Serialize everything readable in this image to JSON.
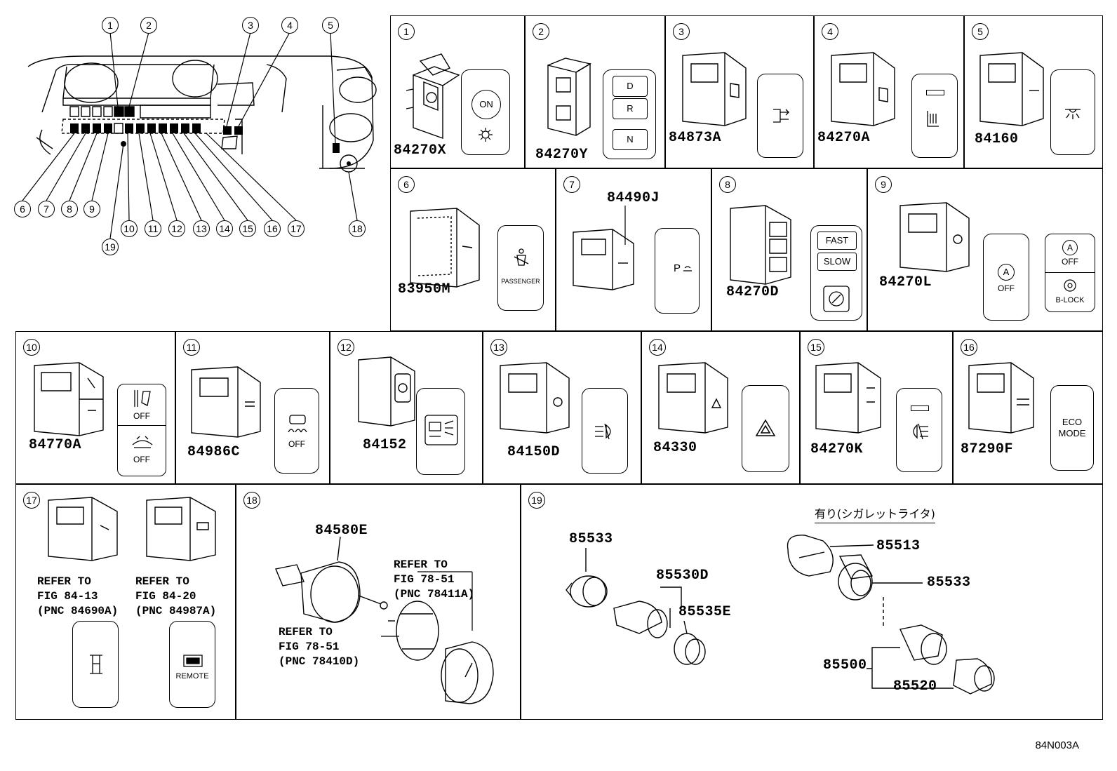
{
  "overview": {
    "callouts": [
      "1",
      "2",
      "3",
      "4",
      "5",
      "6",
      "7",
      "8",
      "9",
      "10",
      "11",
      "12",
      "13",
      "14",
      "15",
      "16",
      "17",
      "18",
      "19"
    ]
  },
  "panels": [
    {
      "num": "1",
      "parts": [
        "84270X"
      ],
      "button": {
        "labels": [
          "ON"
        ],
        "icon": "light-icon"
      }
    },
    {
      "num": "2",
      "parts": [
        "84270Y"
      ],
      "button": {
        "labels": [
          "D",
          "R",
          "N"
        ],
        "icon": "gear-selector-icon"
      }
    },
    {
      "num": "3",
      "parts": [
        "84873A"
      ],
      "button": {
        "labels": [],
        "icon": "seat-icon"
      }
    },
    {
      "num": "4",
      "parts": [
        "84270A"
      ],
      "button": {
        "labels": [],
        "icon": "seat-heater-icon"
      }
    },
    {
      "num": "5",
      "parts": [
        "84160"
      ],
      "button": {
        "labels": [],
        "icon": "room-lamp-icon"
      }
    },
    {
      "num": "6",
      "parts": [
        "83950M"
      ],
      "button": {
        "labels": [
          "PASSENGER"
        ],
        "icon": "airbag-icon"
      }
    },
    {
      "num": "7",
      "parts": [
        "84490J"
      ],
      "button": {
        "labels": [
          "P"
        ],
        "icon": "parking-sensor-icon"
      }
    },
    {
      "num": "8",
      "parts": [
        "84270D"
      ],
      "button": {
        "labels": [
          "FAST",
          "SLOW"
        ],
        "icon": "idle-control-icon"
      }
    },
    {
      "num": "9",
      "parts": [
        "84270L"
      ],
      "button": {
        "labels": [
          "A",
          "OFF",
          "A",
          "OFF",
          "B-LOCK"
        ],
        "icon": "auto-lsd-icon"
      }
    },
    {
      "num": "10",
      "parts": [
        "84770A"
      ],
      "button": {
        "labels": [
          "OFF",
          "OFF"
        ],
        "icon": "pedestrian-icon"
      }
    },
    {
      "num": "11",
      "parts": [
        "84986C"
      ],
      "button": {
        "labels": [
          "OFF"
        ],
        "icon": "traction-icon"
      }
    },
    {
      "num": "12",
      "parts": [
        "84152"
      ],
      "button": {
        "labels": [],
        "icon": "headlamp-leveling-icon"
      }
    },
    {
      "num": "13",
      "parts": [
        "84150D"
      ],
      "button": {
        "labels": [],
        "icon": "fog-lamp-icon"
      }
    },
    {
      "num": "14",
      "parts": [
        "84330"
      ],
      "button": {
        "labels": [],
        "icon": "hazard-icon"
      }
    },
    {
      "num": "15",
      "parts": [
        "84270K"
      ],
      "button": {
        "labels": [],
        "icon": "rear-fog-icon"
      }
    },
    {
      "num": "16",
      "parts": [
        "87290F"
      ],
      "button": {
        "labels": [
          "ECO",
          "MODE"
        ],
        "icon": "eco-icon"
      }
    },
    {
      "num": "17",
      "parts": [],
      "refs": [
        "REFER TO\nFIG 84-13\n(PNC 84690A)",
        "REFER TO\nFIG 84-20\n(PNC 84987A)"
      ],
      "button": {
        "labels": [
          "REMOTE"
        ],
        "icon": "remote-icon"
      }
    },
    {
      "num": "18",
      "parts": [
        "84580E"
      ],
      "refs": [
        "REFER TO\nFIG 78-51\n(PNC 78411A)",
        "REFER TO\nFIG 78-51\n(PNC 78410D)"
      ]
    },
    {
      "num": "19",
      "parts": [
        "85533",
        "85530D",
        "85535E",
        "85513",
        "85533",
        "85500",
        "85520"
      ],
      "note": "有り(シガレットライタ)"
    }
  ],
  "footer": {
    "code": "84N003A"
  }
}
